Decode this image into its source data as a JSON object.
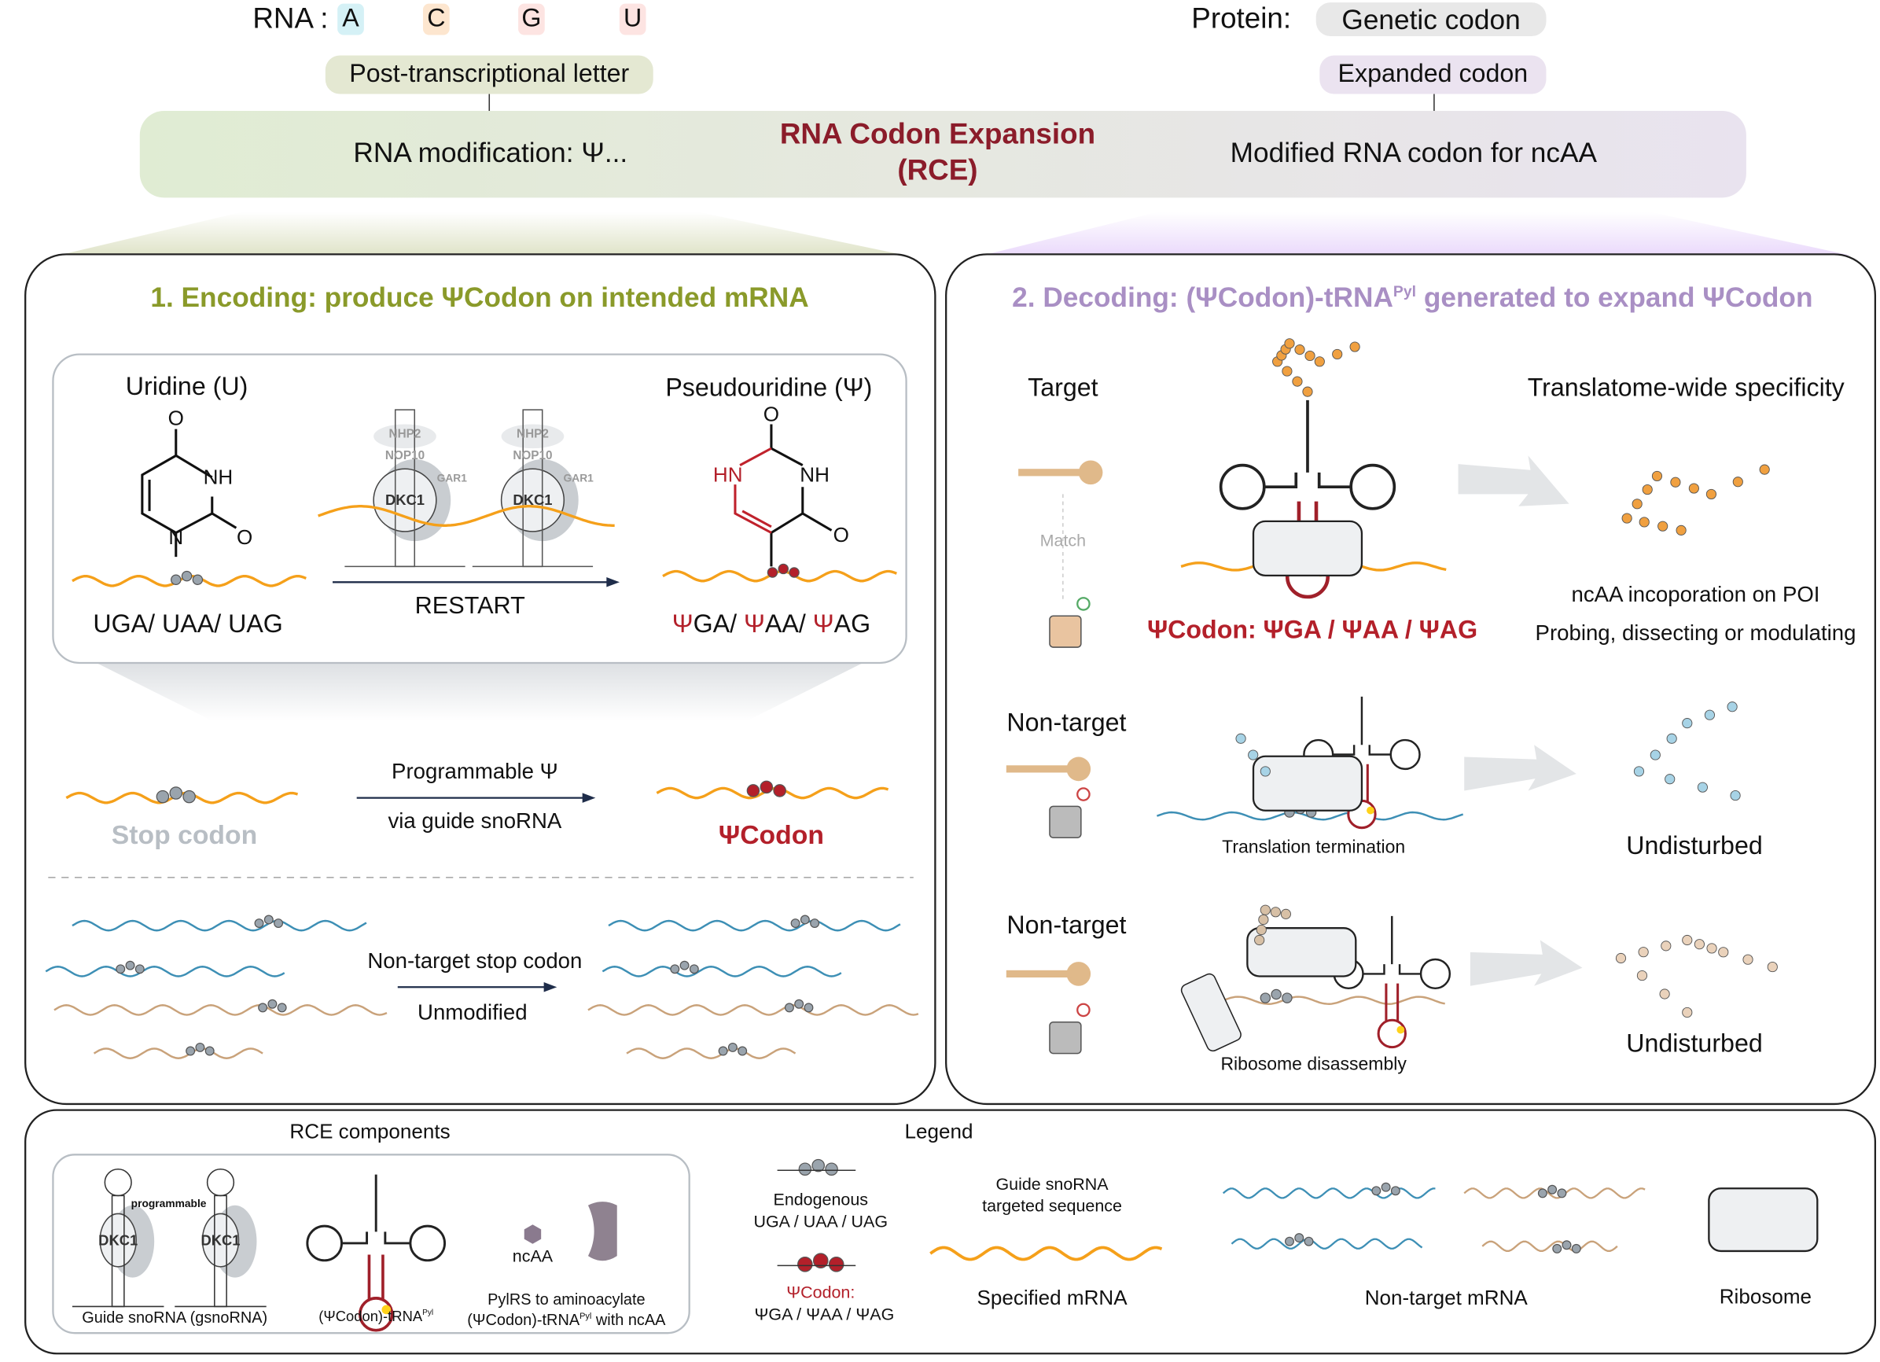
{
  "header": {
    "rna_label": "RNA :",
    "letters": [
      "A",
      "C",
      "G",
      "U"
    ],
    "letter_colors": [
      "#d5f1f6",
      "#fde6cf",
      "#fde4e2",
      "#fde4e2"
    ],
    "protein_label": "Protein:",
    "genetic_codon": "Genetic codon",
    "post_transcriptional": "Post-transcriptional letter",
    "expanded_codon": "Expanded codon"
  },
  "banner": {
    "left": "RNA modification: Ψ...",
    "center_line1": "RNA Codon Expansion",
    "center_line2": "(RCE)",
    "right": "Modified RNA codon for ncAA"
  },
  "encoding": {
    "title": "1. Encoding: produce ΨCodon on intended mRNA",
    "uridine": "Uridine (U)",
    "pseudouridine": "Pseudouridine (Ψ)",
    "atoms": {
      "o": "O",
      "nh": "NH",
      "n": "N",
      "hn": "HN"
    },
    "proteins": {
      "nhp2": "NHP2",
      "nop10": "NOP10",
      "gar1": "GAR1",
      "dkc1": "DKC1"
    },
    "restart": "RESTART",
    "stop_codons": "UGA/ UAA/ UAG",
    "psi": "Ψ",
    "psi_codons": [
      "GA/ ",
      "AA/ ",
      "AG"
    ],
    "programmable": "Programmable Ψ",
    "via_guide": "via guide snoRNA",
    "stop_codon": "Stop codon",
    "psi_codon": "ΨCodon",
    "non_target_stop": "Non-target stop codon",
    "unmodified": "Unmodified"
  },
  "decoding": {
    "title_pre": "2. Decoding: (ΨCodon)-tRNA",
    "title_sup": "Pyl",
    "title_post": " generated to expand ΨCodon",
    "target": "Target",
    "match": "Match",
    "translatome": "Translatome-wide specificity",
    "psi_codon_line": "ΨCodon: ΨGA / ΨAA / ΨAG",
    "ncaa_incorporation": "ncAA incoporation on POI",
    "probing": "Probing, dissecting or modulating",
    "non_target": "Non-target",
    "translation_termination": "Translation termination",
    "ribosome_disassembly": "Ribosome disassembly",
    "undisturbed": "Undisturbed"
  },
  "components": {
    "title": "RCE components",
    "programmable": "programmable",
    "dkc1": "DKC1",
    "gsnorna": "Guide snoRNA (gsnoRNA)",
    "trna_pre": "(ΨCodon)-tRNA",
    "trna_sup": "Pyl",
    "ncaa": "ncAA",
    "pylrs_line1": "PylRS to aminoacylate",
    "pylrs_line2_pre": "(ΨCodon)-tRNA",
    "pylrs_line2_post": " with ncAA"
  },
  "legend": {
    "title": "Legend",
    "endogenous": "Endogenous",
    "endogenous_codons": "UGA / UAA / UAG",
    "psi_codon": "ΨCodon:",
    "psi_codons": "ΨGA / ΨAA / ΨAG",
    "guide_line1": "Guide snoRNA",
    "guide_line2": "targeted sequence",
    "specified": "Specified mRNA",
    "non_target": "Non-target mRNA",
    "ribosome": "Ribosome"
  },
  "colors": {
    "encoding": "#8a9a2a",
    "decoding": "#a98fc4",
    "psi_red": "#b3202a",
    "mrna": "#f5a01a",
    "nontarget_blue": "#3d8fb5",
    "nontarget_tan": "#c9a27a",
    "bead_gray": "#9aa4ad"
  }
}
